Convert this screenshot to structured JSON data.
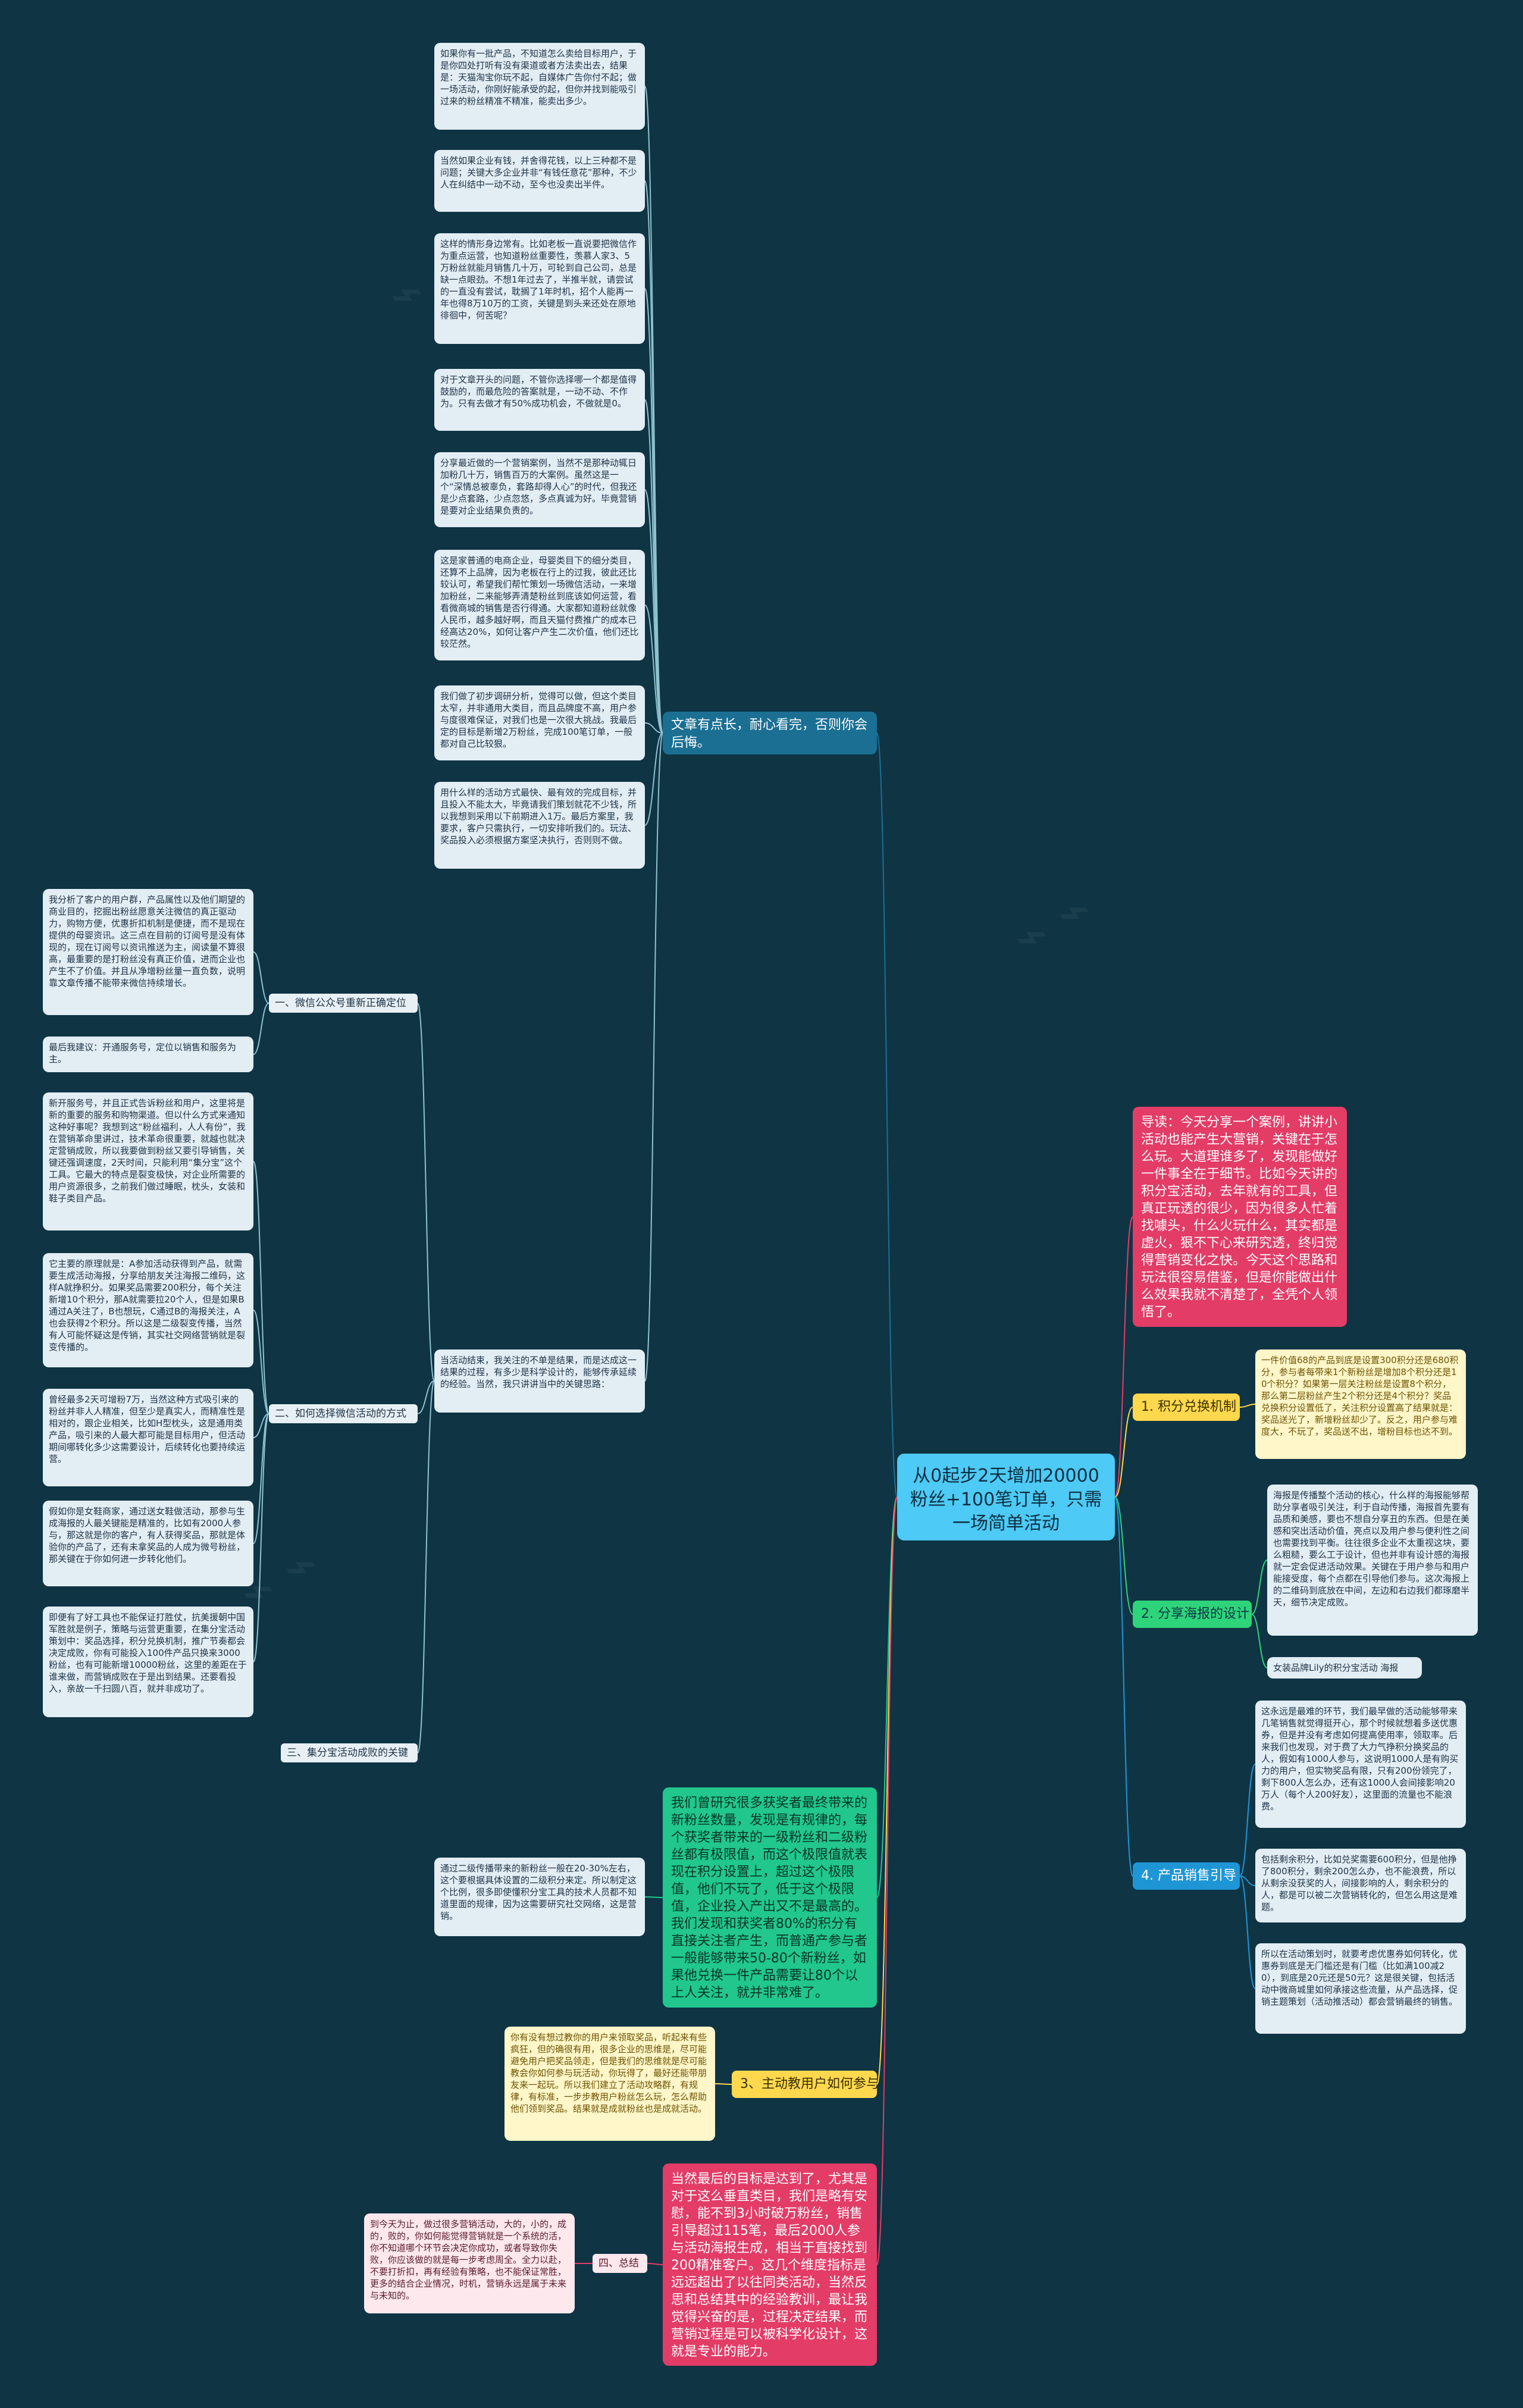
{
  "root": {
    "title": "从0起步2天增加20000粉丝+100笔订单，只需一场简单活动"
  },
  "left_branches": {
    "article": {
      "label": "文章有点长，耐心看完，否则你会后悔。",
      "leaves": [
        "如果你有一批产品，不知道怎么卖给目标用户，于是你四处打听有没有渠道或者方法卖出去，结果是：天猫淘宝你玩不起，自媒体广告你付不起；做一场活动，你刚好能承受的起，但你并找到能吸引过来的粉丝精准不精准，能卖出多少。",
        "当然如果企业有钱，并舍得花钱，以上三种都不是问题；关键大多企业并非“有钱任意花”那种，不少人在纠结中一动不动，至今也没卖出半件。",
        "这样的情形身边常有。比如老板一直说要把微信作为重点运营，也知道粉丝重要性，羡慕人家3、5万粉丝就能月销售几十万，可轮到自己公司，总是缺一点眼劲。不想1年过去了，半推半就，请尝试的一直没有尝试，耽搁了1年时机，招个人能再一年也得8万10万的工资，关键是到头来还处在原地徘徊中，何苦呢？",
        "对于文章开头的问题，不管你选择哪一个都是值得鼓励的，而最危险的答案就是，一动不动、不作为。只有去做才有50%成功机会，不做就是0。",
        "分享最近做的一个营销案例，当然不是那种动辄日加粉几十万，销售百万的大案例。虽然这是一个“深情总被辜负，套路却得人心”的时代，但我还是少点套路，少点忽悠，多点真诚为好。毕竟营销是要对企业结果负责的。",
        "这是家普通的电商企业，母婴类目下的细分类目，还算不上品牌，因为老板在行上的过我，彼此还比较认可，希望我们帮忙策划一场微信活动，一来增加粉丝，二来能够弄清楚粉丝到底该如何运营，看看微商城的销售是否行得通。大家都知道粉丝就像人民币，越多越好啊，而且天猫付费推广的成本已经高达20%，如何让客户产生二次价值，他们还比较茫然。",
        "我们做了初步调研分析，觉得可以做，但这个类目太窄，并非通用大类目，而且品牌度不高，用户参与度很难保证，对我们也是一次很大挑战。我最后定的目标是新增2万粉丝，完成100笔订单，一般都对自己比较狠。",
        "用什么样的活动方式最快、最有效的完成目标，并且投入不能太大，毕竟请我们策划就花不少钱，所以我想到采用以下前期进入1万。最后方案里，我要求，客户只需执行，一切安排听我们的。玩法、奖品投入必须根据方案坚决执行，否则则不做。"
      ]
    },
    "wechat": {
      "hub": "当活动结束，我关注的不单是结果，而是达成这一结果的过程，有多少是科学设计的，能够传承延续的经验。当然，我只讲讲当中的关键思路：",
      "sections": [
        {
          "label": "一、微信公众号重新正确定位",
          "leaves": [
            "我分析了客户的用户群，产品属性以及他们期望的商业目的，挖掘出粉丝愿意关注微信的真正驱动力，购物方便，优惠折扣机制是便捷，而不是现在提供的母婴资讯。这三点在目前的订阅号是没有体现的，现在订阅号以资讯推送为主，阅读量不算很高，最重要的是打粉丝没有真正价值，进而企业也产生不了价值。并且从净增粉丝量一直负数，说明靠文章传播不能带来微信持续增长。",
            "最后我建议：开通服务号，定位以销售和服务为主。"
          ]
        },
        {
          "label": "二、如何选择微信活动的方式",
          "leaves": [
            "新开服务号，并且正式告诉粉丝和用户，这里将是新的重要的服务和购物渠道。但以什么方式来通知这种好事呢？我想到这“粉丝福利，人人有份”，我在营销革命里讲过，技术革命很重要，就越也就决定营销成败，所以我要做到粉丝又要引导销售，关键还强调速度，2天时间，只能利用“集分宝”这个工具。它最大的特点是裂变极快，对企业所需要的用户资源很多，之前我们做过睡眠，枕头，女装和鞋子类目产品。",
            "它主要的原理就是：A参加活动获得到产品，就需要生成活动海报，分享给朋友关注海报二维码，这样A就挣积分。如果奖品需要200积分，每个关注新增10个积分，那A就需要拉20个人，但是如果B通过A关注了，B也想玩，C通过B的海报关注，A也会获得2个积分。所以这是二级裂变传播，当然有人可能怀疑这是传销，其实社交网络营销就是裂变传播的。",
            "曾经最多2天可增粉7万，当然这种方式吸引来的粉丝并非人人精准，但至少是真实人，而精准性是相对的，跟企业相关，比如H型枕头，这是通用类产品，吸引来的人最大都可能是目标用户，但活动期间哪转化多少这需要设计，后续转化也要持续运营。",
            "假如你是女鞋商家，通过送女鞋做活动，那参与生成海报的人最关键能是精准的，比如有2000人参与，那这就是你的客户，有人获得奖品，那就是体验你的产品了，还有未拿奖品的人成为微号粉丝，那关键在于你如何进一步转化他们。",
            "即便有了好工具也不能保证打胜仗，抗美援朝中国军胜就是例子，策略与运营更重要，在集分宝活动策划中：奖品选择，积分兑换机制，推广节奏都会决定成败，你有可能投入100件产品只换来3000粉丝，也有可能新增10000粉丝，这里的差距在于谁来做，而营销成败在于是出到结果。还要看投入，亲故一千扫圆八百，就并非成功了。"
          ]
        },
        {
          "label": "三、集分宝活动成败的关键",
          "leaves": []
        }
      ]
    },
    "conversion": {
      "label": "我们曾研究很多获奖者最终带来的新粉丝数量，发现是有规律的，每个获奖者带来的一级粉丝和二级粉丝都有极限值，而这个极限值就表现在积分设置上，超过这个极限值，他们不玩了，低于这个极限值，企业投入产出又不是最高的。我们发现和获奖者80%的积分有直接关注者产生，而普通产参与者一般能够带来50-80个新粉丝，如果他兑换一件产品需要让80个以上人关注，就并非常难了。",
      "leaves": [
        "通过二级传播带来的新粉丝一般在20-30%左右，这个要根据具体设置的二级积分来定。所以制定这个比例，很多即使懂积分宝工具的技术人员都不知道里面的规律，因为这需要研究社交网络，这是营销。"
      ]
    },
    "active": {
      "label": "3、主动教用户如何参与",
      "leaves": [
        "你有没有想过教你的用户来领取奖品，听起来有些疯狂，但的确很有用，很多企业的思维是，尽可能避免用户把奖品领走，但是我们的思维就是尽可能教会你如何参与玩活动，你玩得了，最好还能带朋友来一起玩。所以我们建立了活动攻略群，有规律，有标准，一步步教用户粉丝怎么玩，怎么帮助他们领到奖品。结果就是成就粉丝也是成就活动。"
      ]
    },
    "summary": {
      "label": "当然最后的目标是达到了，尤其是对于这么垂直类目，我们是略有安慰，能不到3小时破万粉丝，销售引导超过115笔，最后2000人参与活动海报生成，相当于直接找到200精准客户。这几个维度指标是远远超出了以往同类活动，当然反思和总结其中的经验教训，最让我觉得兴奋的是，过程决定结果，而营销过程是可以被科学化设计，这就是专业的能力。",
      "section": "四、总结",
      "leaves": [
        "到今天为止，做过很多营销活动，大的，小的，成的，败的，你如何能觉得营销就是一个系统的活，你不知道哪个环节会决定你成功，或者导致你失败，你应该做的就是每一步考虑周全。全力以赴，不要打折扣，再有经验有策略，也不能保证常胜，更多的结合企业情况，时机，营销永远是属于未来与未知的。"
      ]
    }
  },
  "right_branches": {
    "intro": "导读：今天分享一个案例，讲讲小活动也能产生大营销，关键在于怎么玩。大道理谁多了，发现能做好一件事全在于细节。比如今天讲的积分宝活动，去年就有的工具，但真正玩透的很少，因为很多人忙着找噱头，什么火玩什么，其实都是虚火，狠不下心来研究透，终归觉得营销变化之快。今天这个思路和玩法很容易借鉴，但是你能做出什么效果我就不清楚了，全凭个人领悟了。",
    "points": [
      {
        "label": "1. 积分兑换机制",
        "leaves": [
          "一件价值68的产品到底是设置300积分还是680积分，参与者每带来1个新粉丝是增加8个积分还是10个积分？如果第一层关注粉丝是设置8个积分，那么第二层粉丝产生2个积分还是4个积分？奖品兑换积分设置低了，关注积分设置高了结果就是：奖品送光了，新增粉丝却少了。反之，用户参与难度大，不玩了，奖品送不出，增粉目标也达不到。"
        ]
      },
      {
        "label": "2. 分享海报的设计",
        "leaves": [
          "海报是传播整个活动的核心，什么样的海报能够帮助分享者吸引关注，利于自动传播，海报首先要有品质和美感，要也不想自分享丑的东西。但是在美感和突出活动价值，亮点以及用户参与便利性之间也需要找到平衡。往往很多企业不太重视这块，要么粗糙，要么工于设计，但也并非有设计感的海报就一定会促进活动效果。关键在于用户参与和用户能接受度，每个点都在引导他们参与。这次海报上的二维码到底放在中间，左边和右边我们都琢磨半天，细节决定成败。",
          "女装品牌Lily的积分宝活动 海报"
        ]
      },
      {
        "label": "4. 产品销售引导",
        "leaves": [
          "这永远是最难的环节，我们最早做的活动能够带来几笔销售就觉得挺开心，那个时候就想着多送优惠券，但是并没有考虑如何提高使用率，领取率。后来我们也发现，对于费了大力气挣积分换奖品的人，假如有1000人参与，这说明1000人是有购买力的用户，但实物奖品有限，只有200份领完了，剩下800人怎么办，还有这1000人会间接影响20万人（每个人200好友），这里面的流量也不能浪费。",
          "包括剩余积分，比如兑奖需要600积分，但是他挣了800积分，剩余200怎么办，也不能浪费，所以从剩余没获奖的人，间接影响的人，剩余积分的人，都是可以被二次营销转化的，但怎么用这是难题。",
          "所以在活动策划时，就要考虑优惠券如何转化，优惠券到底是无门槛还是有门槛（比如满100减20），到底是20元还是50元？这是很关键，包括活动中微商城里如何承接这些流量，从产品选择，促销主题策划（活动推活动）都会营销最终的销售。"
        ]
      }
    ]
  },
  "colors": {
    "background": "#0f3444",
    "root": "#4dcaf5",
    "blue": "#1b6f93",
    "pink": "#e23c67",
    "yellow": "#ffd84d",
    "green": "#2ed47a",
    "cyan": "#1e96d6",
    "teal": "#21c78d",
    "line": "#8fc2cf"
  }
}
